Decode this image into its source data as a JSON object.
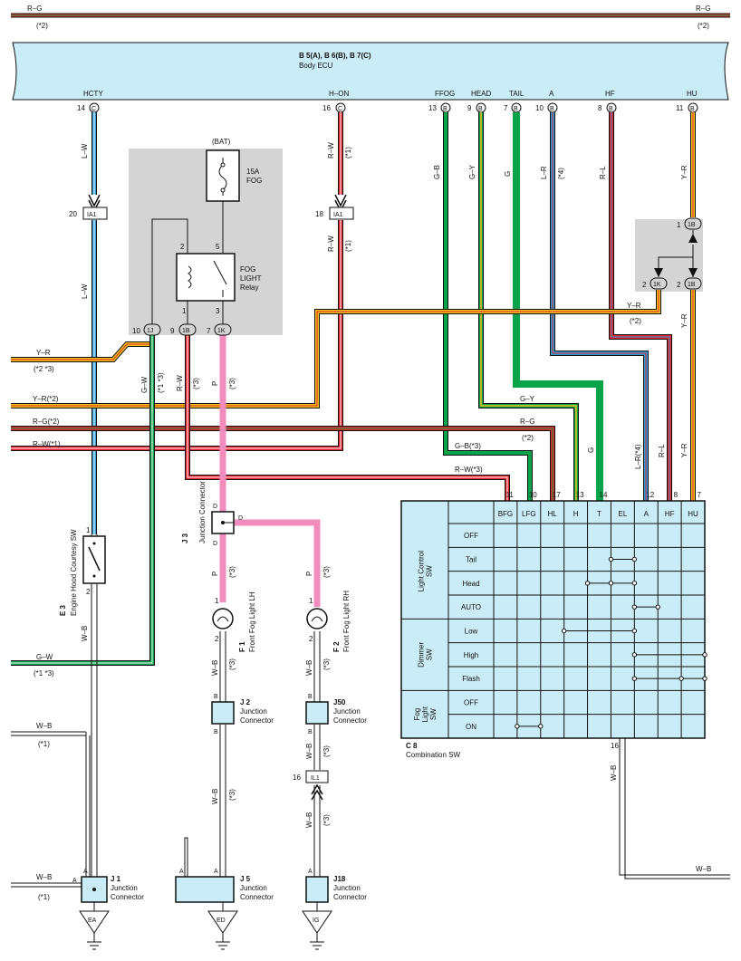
{
  "header_wires": {
    "left_label": "R–G",
    "right_label": "R–G",
    "left_note": "(*2)",
    "right_note": "(*2)"
  },
  "ecu": {
    "codes": "B 5(A), B 6(B), B 7(C)",
    "name": "Body ECU",
    "terminals": [
      {
        "name": "HCTY",
        "pin": "14",
        "conn": "C"
      },
      {
        "name": "H–ON",
        "pin": "16",
        "conn": "C"
      },
      {
        "name": "FFOG",
        "pin": "13",
        "conn": "B"
      },
      {
        "name": "HEAD",
        "pin": "9",
        "conn": "B"
      },
      {
        "name": "TAIL",
        "pin": "7",
        "conn": "B"
      },
      {
        "name": "A",
        "pin": "10",
        "conn": "B"
      },
      {
        "name": "HF",
        "pin": "8",
        "conn": "B"
      },
      {
        "name": "HU",
        "pin": "11",
        "conn": "B"
      }
    ]
  },
  "relay": {
    "bat": "(BAT)",
    "fuse": "15A",
    "fuse_name": "FOG",
    "relay_name": [
      "FOG",
      "LIGHT",
      "Relay"
    ],
    "pins": {
      "p2": "2",
      "p5": "5",
      "p1": "1",
      "p3": "3"
    },
    "connectors": [
      {
        "pin": "10",
        "conn": "1J"
      },
      {
        "pin": "9",
        "conn": "1B"
      },
      {
        "pin": "7",
        "conn": "1K"
      }
    ]
  },
  "junction_1b_1k": [
    {
      "pin": "1",
      "conn": "1B"
    },
    {
      "pin": "2",
      "conn": "1K"
    },
    {
      "pin": "2",
      "conn": "1B"
    }
  ],
  "inline_connectors": [
    {
      "pin": "20",
      "conn": "IA1"
    },
    {
      "pin": "18",
      "conn": "IA1"
    },
    {
      "pin": "16",
      "conn": "IL1"
    }
  ],
  "wire_labels": {
    "lw1": "L–W",
    "lw2": "L–W",
    "rw1": "R–W",
    "rw1n": "(*1)",
    "rw2": "R–W",
    "rw2n": "(*1)",
    "gb": "G–B",
    "gy": "G–Y",
    "g": "G",
    "lr": "L–R",
    "lr4": "(*4)",
    "rl": "R–L",
    "yr1": "Y–R",
    "yr2": "Y–R",
    "yr3": "Y–R",
    "yr_h": "Y–R",
    "yr_hn": "(*2)",
    "yr_left1": "Y–R",
    "yr_left1n": "(*2 *3)",
    "yr_left2": "Y–R(*2)",
    "rg_left": "R–G(*2)",
    "rw_left": "R–W(*1)",
    "gw_v": "G–W",
    "gw_vn": "(*1 *3)",
    "rw_v": "R–W",
    "rw_vn": "(*3)",
    "p_v": "P",
    "p_vn": "(*3)",
    "gy_h": "G–Y",
    "rg_h": "R–G",
    "rg_hn": "(*2)",
    "gb_h": "G–B(*3)",
    "rw_h": "R–W(*3)",
    "g_v2": "G",
    "lr_v2": "L–R(*4)",
    "rl_v2": "R–L",
    "yr_v2": "Y–R",
    "wb_e3": "W–B",
    "p_lh": "P",
    "p_lhn": "(*3)",
    "p_rh": "P",
    "p_rhn": "(*3)",
    "d1": "D",
    "d2": "D",
    "d3": "D",
    "wb_lh1": "W–B",
    "wb_lh1n": "(*3)",
    "wb_rh1": "W–B",
    "wb_rh1n": "(*3)",
    "wb_j2": "W–B",
    "wb_j2n": "(*3)",
    "wb_j50": "W–B",
    "wb_j50n": "(*3)",
    "wb_il1": "W–B",
    "wb_il1n": "(*3)",
    "gw_left": "G–W",
    "gw_leftn": "(*1 *3)",
    "wb_left": "W–B",
    "wb_leftn": "(*1)",
    "wb_j1": "W–B",
    "wb_j1n": "(*1)",
    "wb_c8": "W–B",
    "wb_right": "W–B",
    "b1": "B",
    "b2": "B",
    "b3": "B",
    "b4": "B",
    "a1": "A",
    "a2": "A",
    "a3": "A",
    "a4": "A",
    "a5": "A",
    "pin1a": "1",
    "pin2a": "2",
    "pin1b": "1",
    "pin2b": "2",
    "pin1c": "1",
    "pin2c": "2",
    "pin16c8": "16"
  },
  "components": {
    "e3_code": "E 3",
    "e3_name": "Engine Hood Courtesy SW",
    "j3_code": "J 3",
    "j3_name": "Junction Connector",
    "f1_code": "F 1",
    "f1_name": "Front Fog Light LH",
    "f2_code": "F 2",
    "f2_name": "Front Fog Light RH",
    "j2_code": "J 2",
    "j2_l1": "Junction",
    "j2_l2": "Connector",
    "j50_code": "J50",
    "j50_l1": "Junction",
    "j50_l2": "Connector",
    "j1_code": "J 1",
    "j1_l1": "Junction",
    "j1_l2": "Connector",
    "j5_code": "J 5",
    "j5_l1": "Junction",
    "j5_l2": "Connector",
    "j18_code": "J18",
    "j18_l1": "Junction",
    "j18_l2": "Connector",
    "gnd_ea": "EA",
    "gnd_ed": "ED",
    "gnd_ig": "IG"
  },
  "combo": {
    "code": "C 8",
    "name": "Combination SW",
    "pins": [
      "11",
      "10",
      "17",
      "13",
      "14",
      "12",
      "8",
      "7"
    ],
    "columns": [
      "BFG",
      "LFG",
      "HL",
      "H",
      "T",
      "EL",
      "A",
      "HF",
      "HU"
    ],
    "groups": [
      {
        "name": "Light Control SW",
        "rows": [
          "OFF",
          "Tail",
          "Head",
          "AUTO"
        ]
      },
      {
        "name": "Dimmer SW",
        "rows": [
          "Low",
          "High",
          "Flash"
        ]
      },
      {
        "name": "Fog Light SW",
        "rows": [
          "OFF",
          "ON"
        ]
      }
    ],
    "connections": [
      {
        "row": 1,
        "cols": [
          4,
          5
        ]
      },
      {
        "row": 2,
        "cols": [
          3,
          4,
          5
        ]
      },
      {
        "row": 3,
        "cols": [
          5,
          6
        ]
      },
      {
        "row": 4,
        "cols": [
          2,
          5
        ]
      },
      {
        "row": 5,
        "cols": [
          5,
          8
        ]
      },
      {
        "row": 6,
        "cols": [
          5,
          7,
          8
        ]
      },
      {
        "row": 8,
        "cols": [
          0,
          1
        ]
      }
    ]
  },
  "colors": {
    "ecu_fill": "#c9ecf7",
    "relay_fill": "#d4d4d4",
    "table_fill": "#c9ecf7",
    "red": "#e0262b",
    "green": "#0aa24a",
    "blue": "#2e9ad8",
    "yellow": "#f2c21b",
    "pink": "#f28cbd",
    "black": "#111111"
  }
}
